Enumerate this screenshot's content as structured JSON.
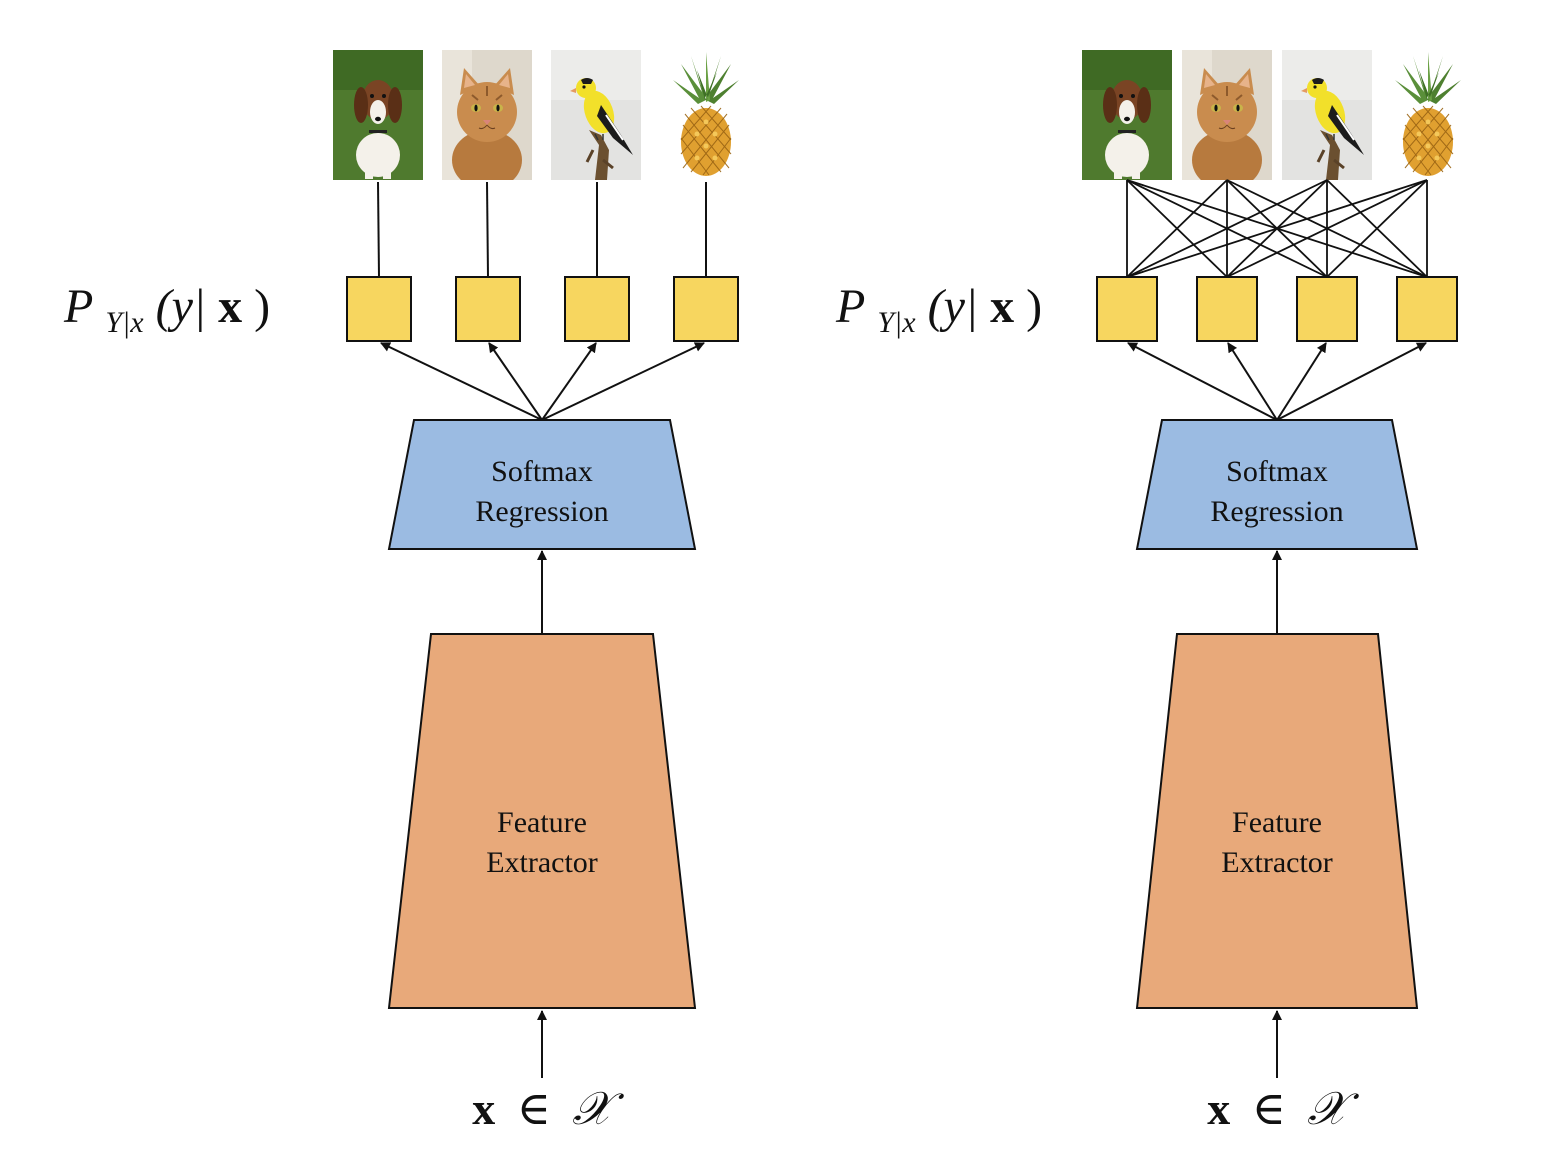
{
  "panels": [
    {
      "output_label": {
        "p": "P",
        "sub": "Y|x",
        "args": "(y|",
        "argx": "x",
        "close": ")"
      },
      "classifier_label": [
        "Softmax",
        "Regression"
      ],
      "extractor_label": [
        "Feature",
        "Extractor"
      ],
      "input_label": {
        "x": "x",
        "in": "∈",
        "set": "𝒳"
      }
    },
    {
      "output_label": {
        "p": "P",
        "sub": "Y|x",
        "args": "(y|",
        "argx": "x",
        "close": ")"
      },
      "classifier_label": [
        "Softmax",
        "Regression"
      ],
      "extractor_label": [
        "Feature",
        "Extractor"
      ],
      "input_label": {
        "x": "x",
        "in": "∈",
        "set": "𝒳"
      }
    }
  ],
  "images": [
    "dog",
    "cat",
    "bird",
    "pineapple"
  ],
  "colors": {
    "output_box": "#F7D65F",
    "softmax": "#9BBBE2",
    "extractor": "#E8A97A",
    "grass": "#4F7A2E",
    "cat": "#C98C4E",
    "bird": "#F2E02A",
    "pineapple": "#E0A030"
  }
}
